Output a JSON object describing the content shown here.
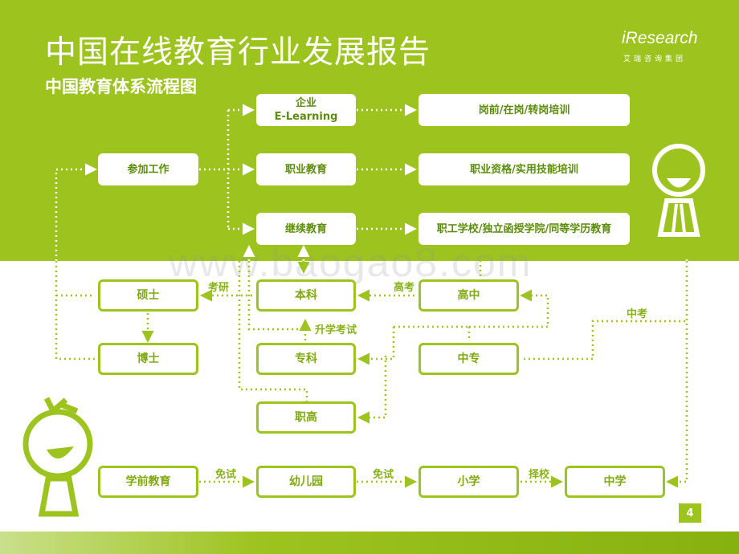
{
  "slide": {
    "title": "中国在线教育行业发展报告",
    "subtitle": "中国教育体系流程图",
    "page_number": "4"
  },
  "logo": {
    "main": "iResearch",
    "sub": "艾瑞咨询集团"
  },
  "watermark": "www.baogao8.com",
  "nodes": {
    "enterprise_1": "企业",
    "enterprise_2": "E-Learning",
    "job_training": "岗前/在岗/转岗培训",
    "work": "参加工作",
    "vocational": "职业教育",
    "vocational_qual": "职业资格/实用技能培训",
    "continuing": "继续教育",
    "continuing_detail": "职工学校/独立函授学院/同等学历教育",
    "master": "硕士",
    "bachelor": "本科",
    "high_school": "高中",
    "doctor": "博士",
    "junior_college": "专科",
    "secondary_vocational": "中专",
    "vocational_college": "职高",
    "preschool": "学前教育",
    "kindergarten": "幼儿园",
    "primary": "小学",
    "middle_school": "中学"
  },
  "edge_labels": {
    "postgrad_exam": "考研",
    "gaokao": "高考",
    "zhongkao": "中考",
    "upgrade_exam": "升学考试",
    "exempt_1": "免试",
    "exempt_2": "免试",
    "choose_school": "择校"
  },
  "colors": {
    "brand_green": "#9dc31f",
    "label_green": "#88b218",
    "white": "#ffffff"
  }
}
